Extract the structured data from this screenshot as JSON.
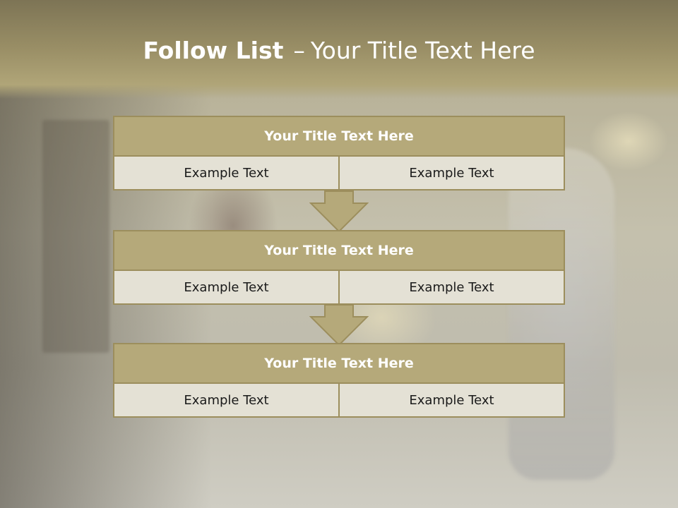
{
  "title": {
    "bold": "Follow List",
    "separator": "–",
    "rest": "Your Title Text Here"
  },
  "blocks": [
    {
      "title": "Your Title Text Here",
      "left": "Example Text",
      "right": "Example Text"
    },
    {
      "title": "Your Title Text Here",
      "left": "Example Text",
      "right": "Example Text"
    },
    {
      "title": "Your Title Text Here",
      "left": "Example Text",
      "right": "Example Text"
    }
  ],
  "colors": {
    "header_fill": "#b5a97a",
    "border": "#9c8e5d",
    "cell_fill": "#e4e1d5",
    "arrow_fill": "#b5a97a"
  }
}
